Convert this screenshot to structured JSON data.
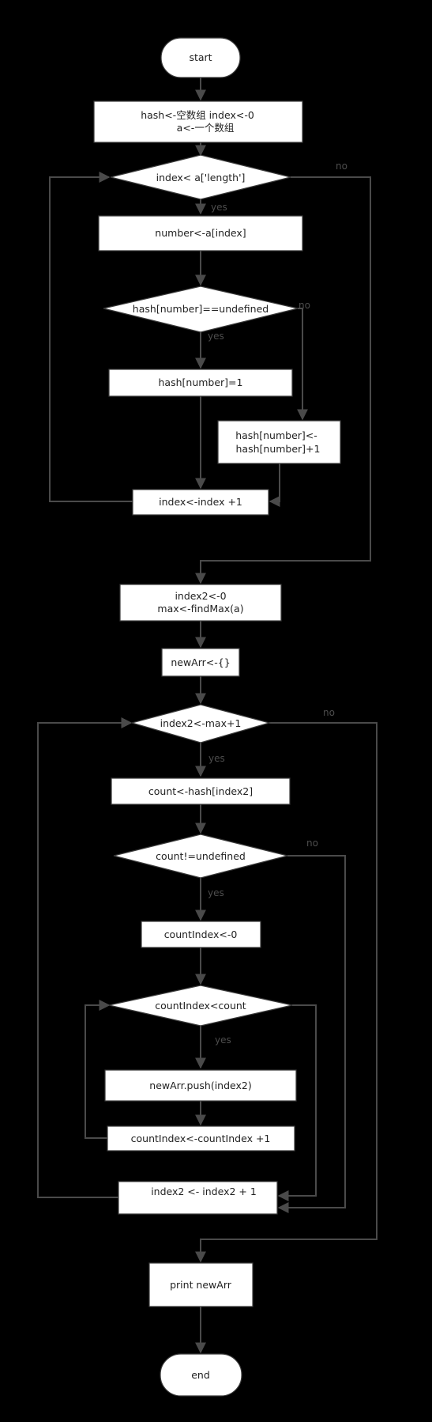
{
  "nodes": {
    "start": "start",
    "init_1": "hash<-空数组  index<-0",
    "init_2": "a<-一个数组",
    "cond_index": "index< a['length']",
    "number_assign": "number<-a[index]",
    "cond_hash_undef": "hash[number]==undefined",
    "hash_set_one": "hash[number]=1",
    "hash_inc_1": "hash[number]<-",
    "hash_inc_2": "hash[number]+1",
    "index_inc": "index<-index +1",
    "index2_init": "index2<-0",
    "max_init": "max<-findMax(a)",
    "newarr_init": "newArr<-{}",
    "cond_index2": "index2<-max+1",
    "count_assign": "count<-hash[index2]",
    "cond_count": "count!=undefined",
    "countindex_init": "countIndex<-0",
    "cond_countindex": "countIndex<count",
    "push": "newArr.push(index2)",
    "countindex_inc": "countIndex<-countIndex +1",
    "index2_inc": "index2 <- index2 + 1",
    "print": "print newArr",
    "end": "end"
  },
  "edge_labels": {
    "yes": "yes",
    "no": "no"
  }
}
